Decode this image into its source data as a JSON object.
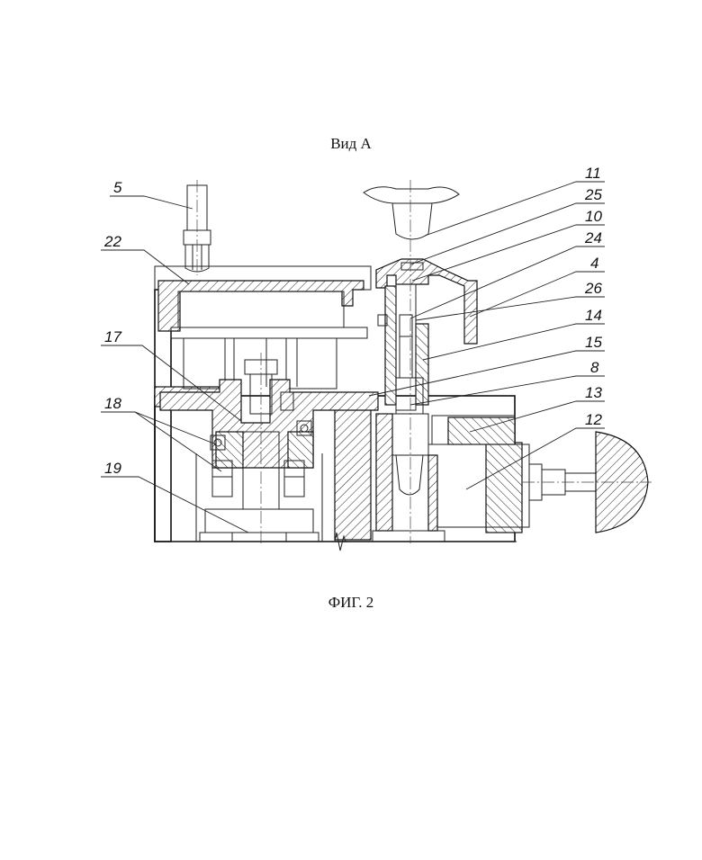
{
  "view_title": "Вид А",
  "figure_caption": "ФИГ. 2",
  "callouts": {
    "c5": "5",
    "c22": "22",
    "c17": "17",
    "c18": "18",
    "c19": "19",
    "c11": "11",
    "c25": "25",
    "c10": "10",
    "c24": "24",
    "c4": "4",
    "c26": "26",
    "c14": "14",
    "c15": "15",
    "c8": "8",
    "c13": "13",
    "c12": "12"
  }
}
